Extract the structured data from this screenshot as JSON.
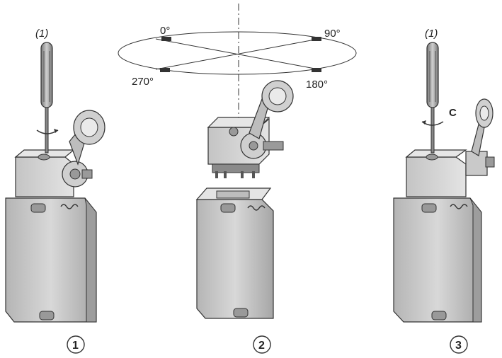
{
  "figure": {
    "step_labels": [
      "1",
      "2",
      "3"
    ],
    "tool_note_left": "(1)",
    "tool_note_right": "(1)",
    "rotation_letter": "C",
    "angles": {
      "a0": "0°",
      "a90": "90°",
      "a180": "180°",
      "a270": "270°"
    }
  },
  "colors": {
    "body_fill": "#cfcfcf",
    "body_shade": "#a8a8a8",
    "head_fill": "#d9d9d9",
    "outline": "#333333"
  }
}
